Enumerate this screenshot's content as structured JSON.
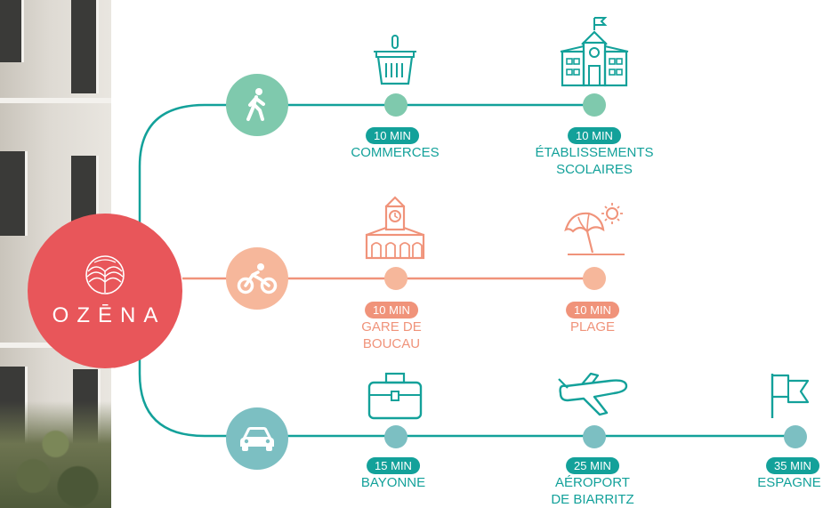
{
  "brand": {
    "name": "OZĒNA"
  },
  "colors": {
    "teal": "#13a19a",
    "salmon": "#f0937a",
    "logo_red": "#e8565a",
    "walk_bg": "#7fc9ad",
    "bike_bg": "#f6b79b",
    "car_bg": "#7cbfc2"
  },
  "modes": [
    {
      "name": "walk",
      "icon": "pedestrian-icon"
    },
    {
      "name": "bike",
      "icon": "bicycle-icon"
    },
    {
      "name": "car",
      "icon": "car-icon"
    }
  ],
  "rows": [
    {
      "mode": "walk",
      "destinations": [
        {
          "icon": "shopping-basket-icon",
          "time": "10 MIN",
          "label_lines": [
            "COMMERCES"
          ]
        },
        {
          "icon": "school-building-icon",
          "time": "10 MIN",
          "label_lines": [
            "ÉTABLISSEMENTS",
            "SCOLAIRES"
          ]
        }
      ]
    },
    {
      "mode": "bike",
      "destinations": [
        {
          "icon": "train-station-icon",
          "time": "10 MIN",
          "label_lines": [
            "GARE DE",
            "BOUCAU"
          ]
        },
        {
          "icon": "beach-umbrella-icon",
          "time": "10 MIN",
          "label_lines": [
            "PLAGE"
          ]
        }
      ]
    },
    {
      "mode": "car",
      "destinations": [
        {
          "icon": "briefcase-icon",
          "time": "15 MIN",
          "label_lines": [
            "BAYONNE"
          ]
        },
        {
          "icon": "airplane-icon",
          "time": "25 MIN",
          "label_lines": [
            "AÉROPORT",
            "DE BIARRITZ"
          ]
        },
        {
          "icon": "flag-icon",
          "time": "35 MIN",
          "label_lines": [
            "ESPAGNE"
          ]
        }
      ]
    }
  ]
}
